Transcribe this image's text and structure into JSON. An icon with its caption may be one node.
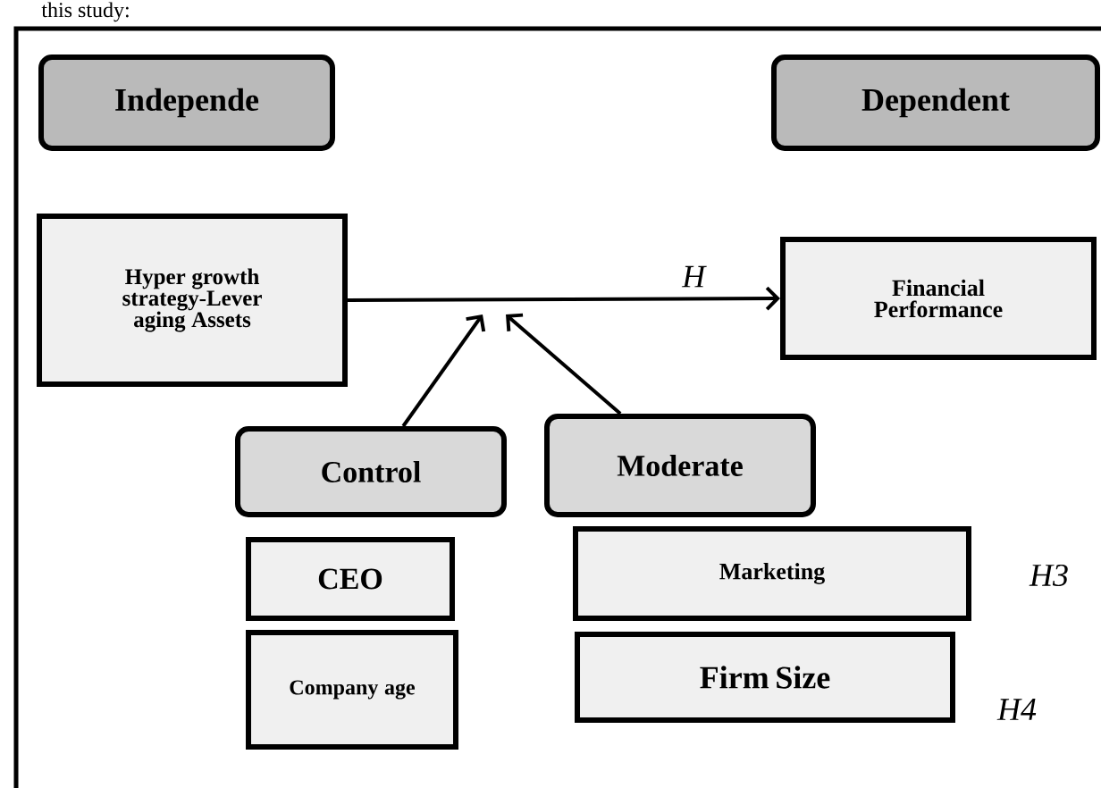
{
  "diagram": {
    "nodes": [
      {
        "text": [
          "Independe"
        ]
      },
      {
        "text": [
          "Dependent"
        ]
      },
      {
        "text": [
          "Hyper growth strategy-Lever aging Assets"
        ]
      },
      {
        "text": [
          "Financial Performance"
        ]
      },
      {
        "text": [
          "Control"
        ]
      },
      {
        "text": [
          "Moderate"
        ]
      },
      {
        "text": [
          "CEO"
        ]
      },
      {
        "text": [
          "Company age"
        ]
      },
      {
        "text": [
          "Marketing"
        ]
      },
      {
        "text": [
          "Firm Size"
        ]
      }
    ],
    "edges": [
      {
        "from": 2,
        "to": 3,
        "arrow": "to",
        "label": "H"
      },
      {
        "from": 4,
        "to": null,
        "arrow": "to"
      },
      {
        "from": 5,
        "to": null,
        "arrow": "to"
      }
    ],
    "labels": [
      "this study:",
      "H3",
      "H4"
    ]
  }
}
